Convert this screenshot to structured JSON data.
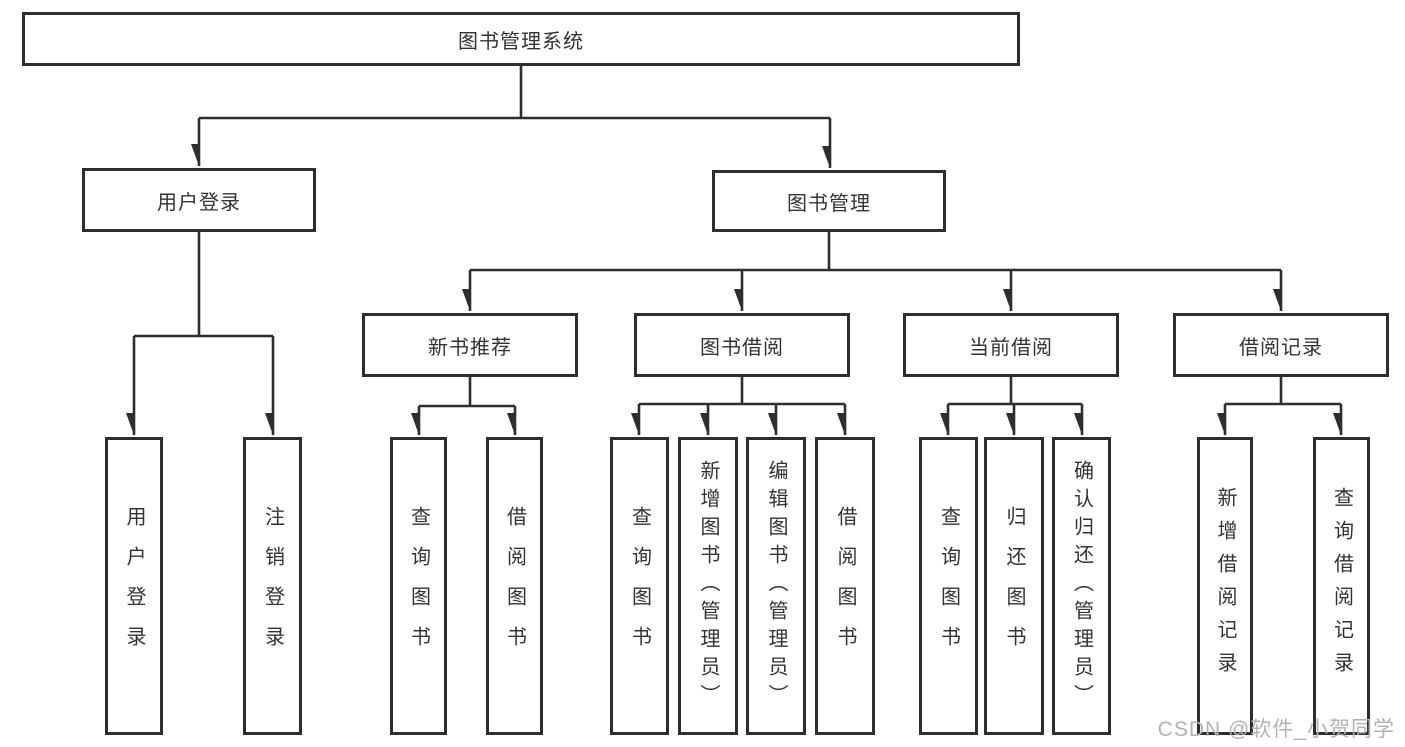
{
  "diagram": {
    "root": {
      "label": "图书管理系统"
    },
    "level2": [
      {
        "label": "用户登录"
      },
      {
        "label": "图书管理"
      }
    ],
    "level3": [
      {
        "label": "新书推荐"
      },
      {
        "label": "图书借阅"
      },
      {
        "label": "当前借阅"
      },
      {
        "label": "借阅记录"
      }
    ],
    "leaves": {
      "user_login": [
        "用户登录",
        "注销登录"
      ],
      "new_book": [
        "查询图书",
        "借阅图书"
      ],
      "book_borrow": [
        "查询图书",
        "新增图书（管理员）",
        "编辑图书（管理员）",
        "借阅图书"
      ],
      "current_borrow": [
        "查询图书",
        "归还图书",
        "确认归还（管理员）"
      ],
      "borrow_record": [
        "新增借阅记录",
        "查询借阅记录"
      ]
    }
  },
  "watermark": "CSDN @软件_小贺同学",
  "colors": {
    "background": "#ffffff",
    "line": "#2e2e2e",
    "border": "#2e2e2e",
    "text": "#333333",
    "watermark": "#b0b3b8"
  }
}
